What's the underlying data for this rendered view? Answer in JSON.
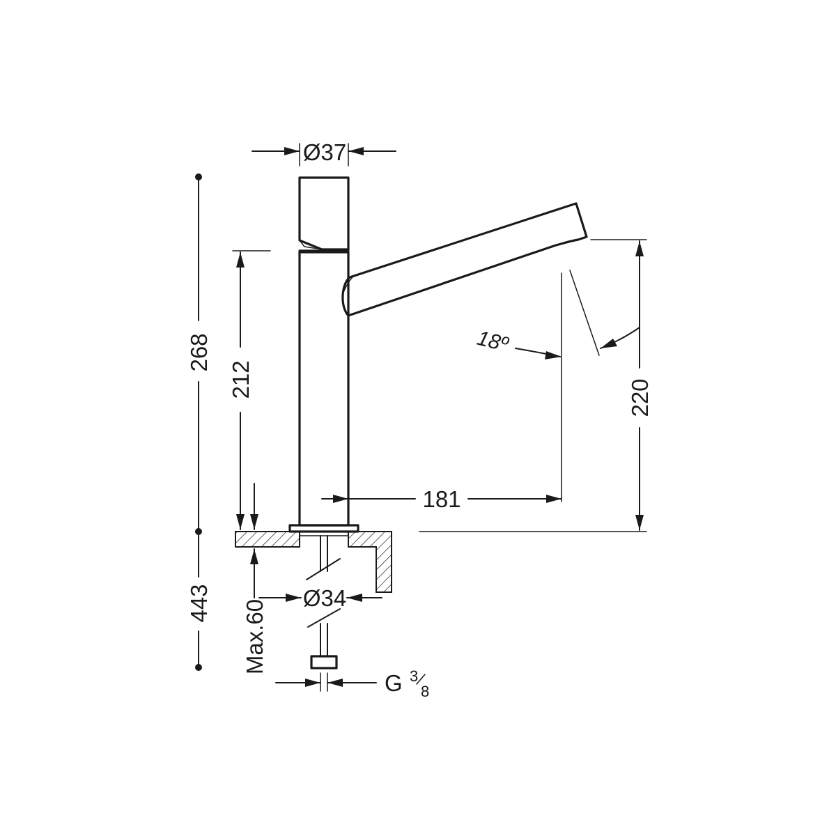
{
  "dimensions": {
    "overall_height": "268",
    "outlet_height": "212",
    "spout_clearance": "220",
    "spout_reach": "181",
    "body_diameter": "Ø37",
    "base_diameter": "Ø34",
    "spout_angle": "18º",
    "below_deck": "443",
    "max_deck_thickness": "Max.60",
    "connection_letter": "G",
    "connection_num": "3",
    "connection_den": "8"
  },
  "colors": {
    "line": "#1a1a1a",
    "background": "#ffffff"
  }
}
